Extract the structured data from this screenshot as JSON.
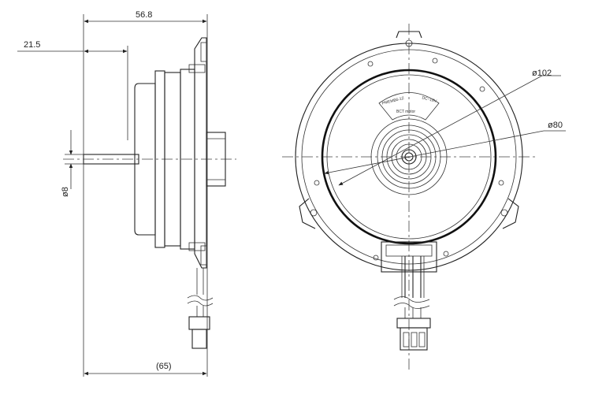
{
  "side_view": {
    "dim_overall_depth": "56.8",
    "dim_shaft_extension": "21.5",
    "dim_shaft_diameter": "ø8",
    "dim_total_length": "(65)"
  },
  "front_view": {
    "dim_outer_diameter": "ø102",
    "dim_stator_diameter": "ø80",
    "label_model": "PMEMB6-1Z",
    "label_voltage": "DC~18V",
    "label_type": "BCT motor"
  }
}
